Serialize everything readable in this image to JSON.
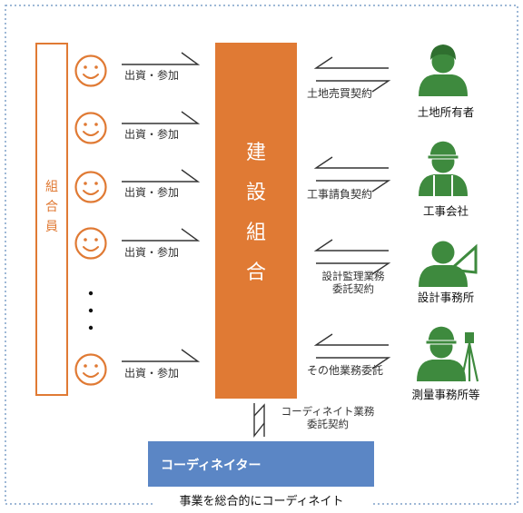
{
  "members": {
    "box_label": "組合員",
    "contribution_labels": [
      "出資・参加",
      "出資・参加",
      "出資・参加",
      "出資・参加",
      "出資・参加"
    ],
    "ellipsis": "⋮"
  },
  "union": {
    "label": "建設組合"
  },
  "contracts": [
    {
      "label": "土地売買契約",
      "role": "土地所有者",
      "icon": "landowner-icon"
    },
    {
      "label": "工事請負契約",
      "role": "工事会社",
      "icon": "construction-worker-icon"
    },
    {
      "label": "設計監理業務\n委託契約",
      "role": "設計事務所",
      "icon": "architect-icon"
    },
    {
      "label": "その他業務委託",
      "role": "測量事務所等",
      "icon": "surveyor-icon"
    }
  ],
  "coordinator": {
    "contract_label": "コーディネイト業務\n委託契約",
    "label": "コーディネイター",
    "icon": "group-icon"
  },
  "footer": {
    "caption": "事業を総合的にコーディネイト"
  },
  "colors": {
    "accent": "#E07A34",
    "blue": "#5B86C5",
    "icon_green": "#3E8A3E",
    "border": "#7FA0C8"
  }
}
